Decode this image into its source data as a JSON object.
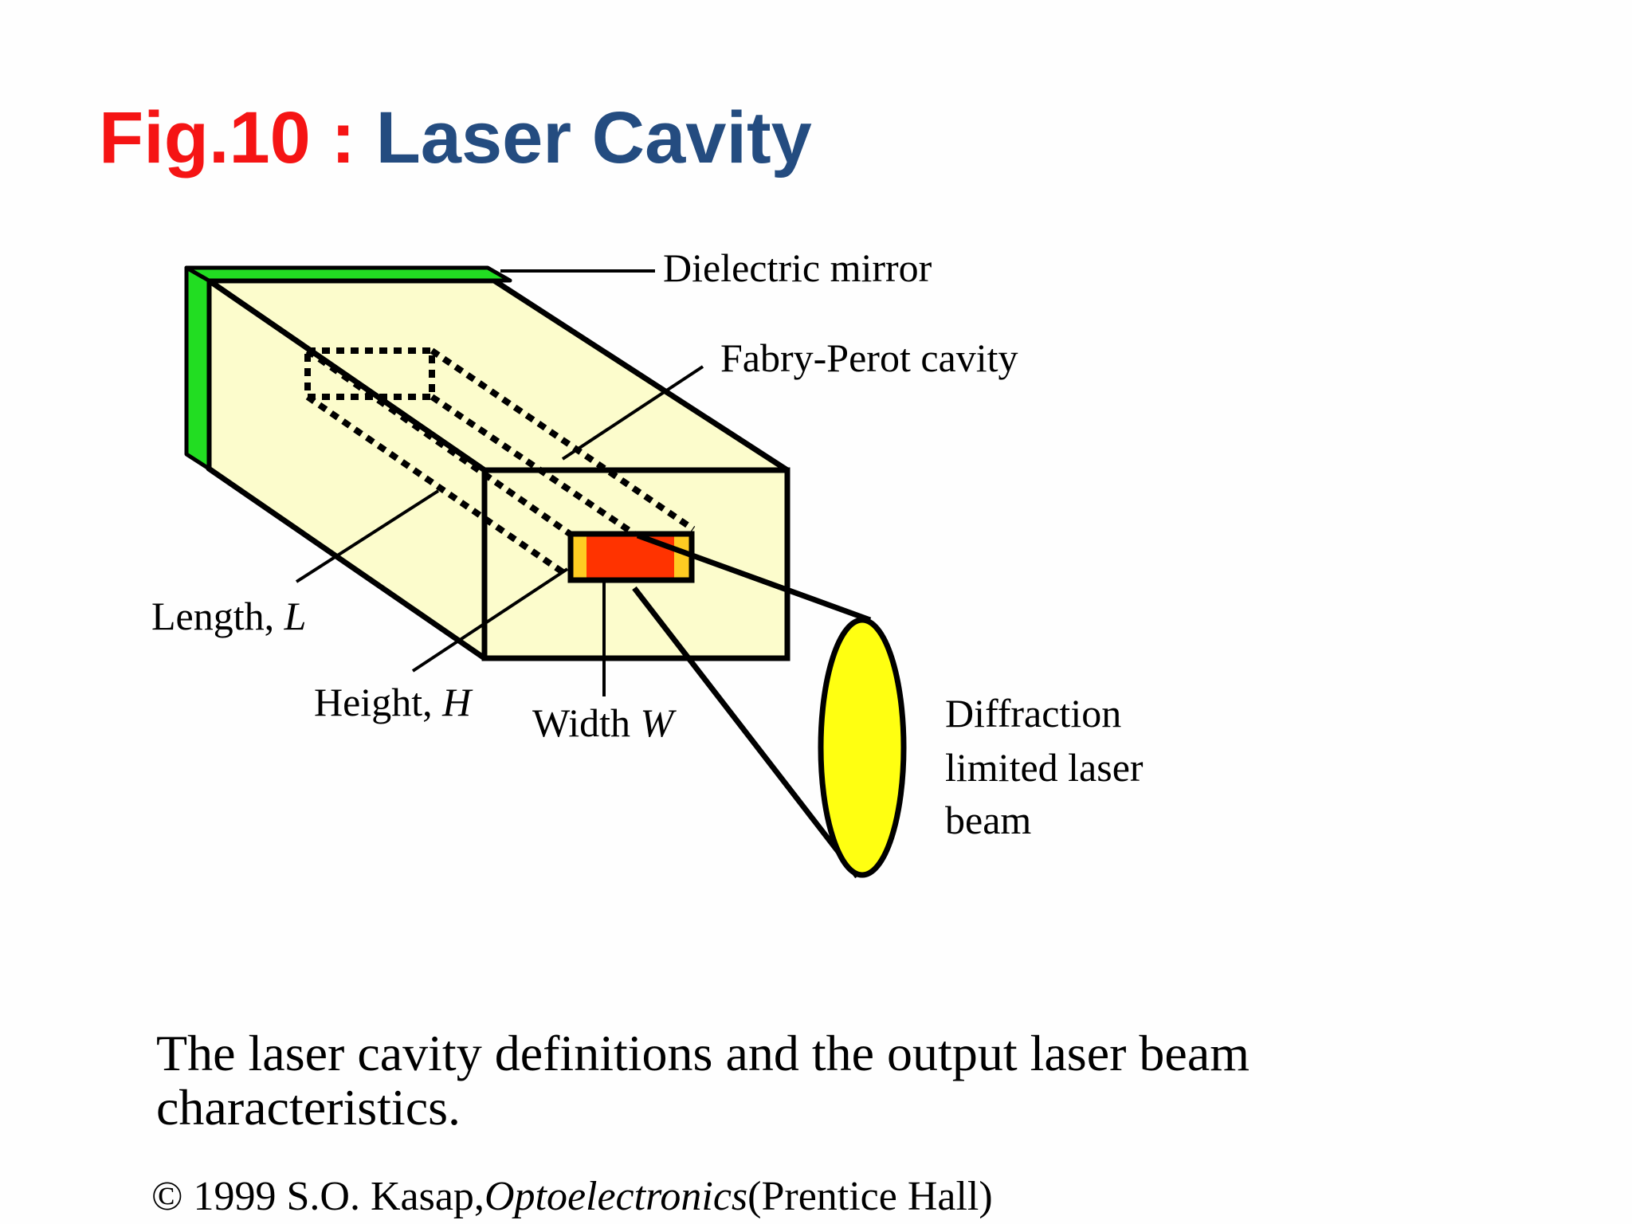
{
  "title": {
    "fig_label": "Fig.10 :",
    "name": "Laser Cavity"
  },
  "diagram": {
    "labels": {
      "dielectric_mirror": "Dielectric mirror",
      "fabry_perot": "Fabry-Perot cavity",
      "length_text": "Length, ",
      "length_symbol": "L",
      "height_text": "Height, ",
      "height_symbol": "H",
      "width_text": "Width ",
      "width_symbol": "W",
      "beam_line1": "Diffraction",
      "beam_line2": "limited laser",
      "beam_line3": "beam"
    },
    "colors": {
      "box_fill": "#fcfccc",
      "mirror": "#22dd22",
      "active_region": "#ff3300",
      "active_edge": "#ffcc22",
      "beam": "#ffff11",
      "fig_label": "#f51414",
      "title": "#244c80"
    }
  },
  "caption": "The laser cavity definitions and the output laser beam characteristics.",
  "copyright": {
    "prefix": "© 1999 S.O. Kasap,",
    "book": "Optoelectronics",
    "publisher": "(Prentice Hall)"
  }
}
